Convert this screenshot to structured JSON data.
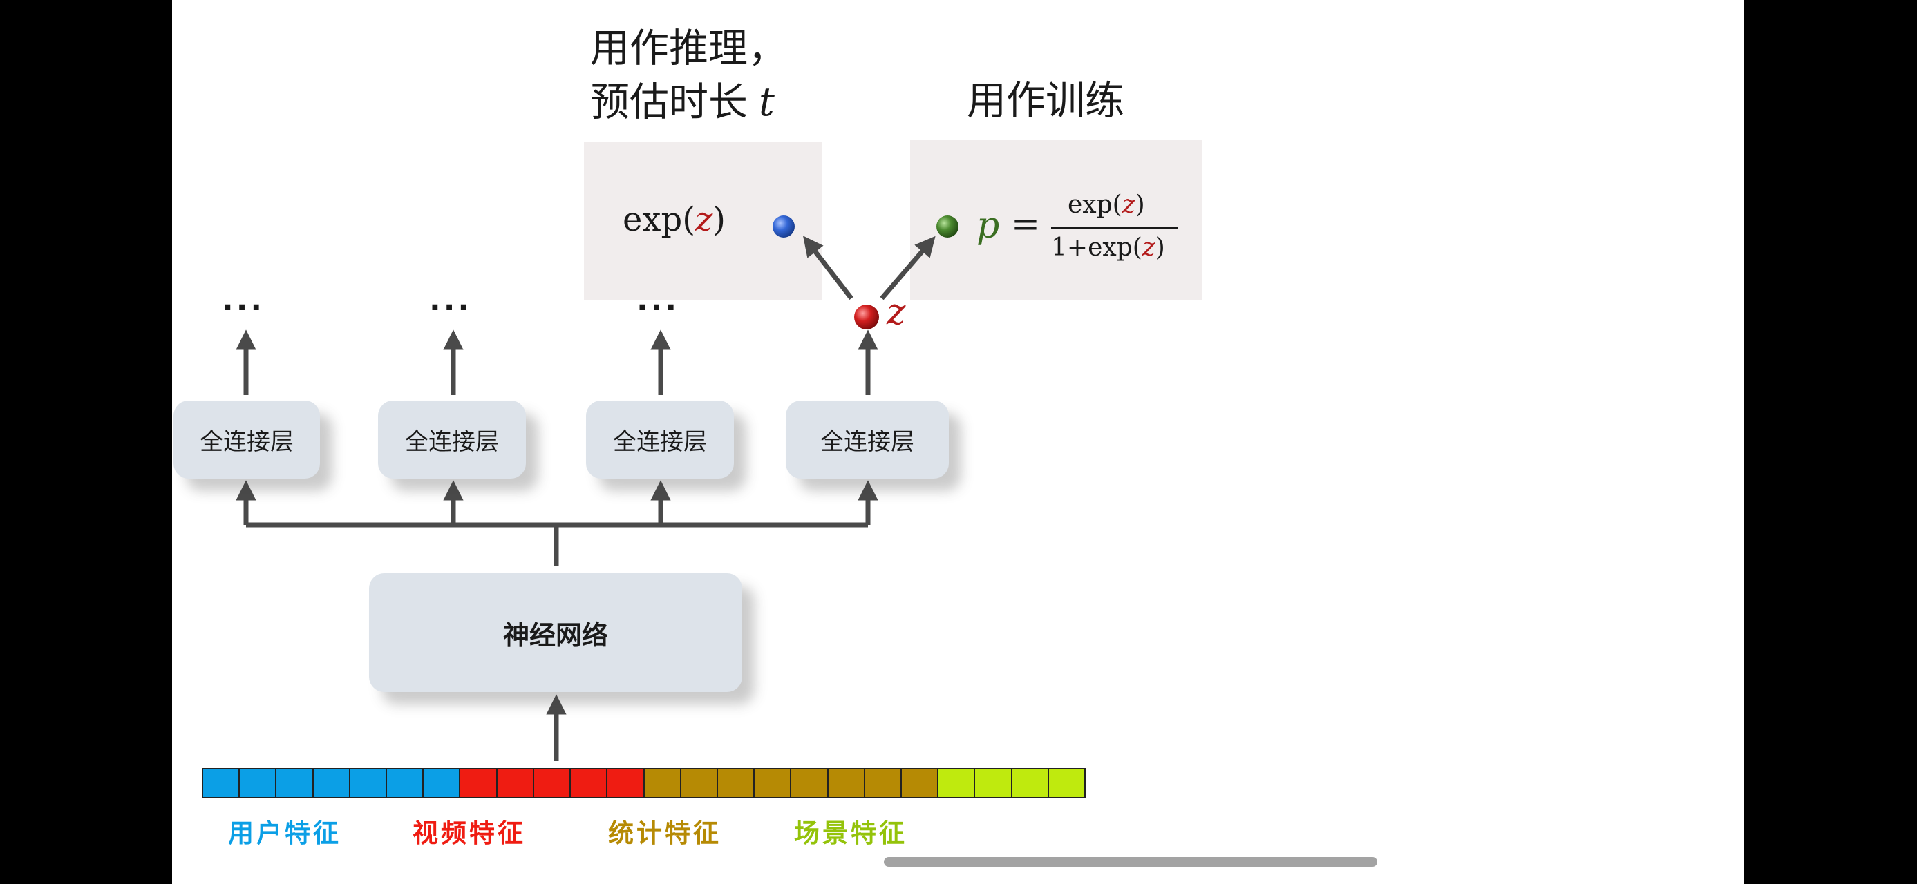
{
  "headings": {
    "inference_line1": "用作推理，",
    "inference_line2_prefix": "预估时长",
    "inference_var": "t",
    "training": "用作训练"
  },
  "formulas": {
    "exp_fn": "exp(",
    "z": "z",
    "close": ")",
    "p": "p",
    "equals": "=",
    "num_fn": "exp(",
    "den_prefix": "1+exp(",
    "node_label": "z"
  },
  "fc_layers": [
    {
      "label": "全连接层"
    },
    {
      "label": "全连接层"
    },
    {
      "label": "全连接层"
    },
    {
      "label": "全连接层"
    }
  ],
  "ellipsis": "···",
  "network": {
    "label": "神经网络"
  },
  "feature_groups": [
    {
      "label": "用户特征",
      "color": "#0b9fe6",
      "cells": 7
    },
    {
      "label": "视频特征",
      "color": "#ef1c12",
      "cells": 5
    },
    {
      "label": "统计特征",
      "color": "#b68a04",
      "cells": 8
    },
    {
      "label": "场景特征",
      "color": "#bfea0e",
      "cells": 4
    }
  ],
  "colors": {
    "node_blue": "#3467d6",
    "node_green": "#4c8a30",
    "node_red": "#d21f1f",
    "arrow": "#4a4a4a"
  }
}
